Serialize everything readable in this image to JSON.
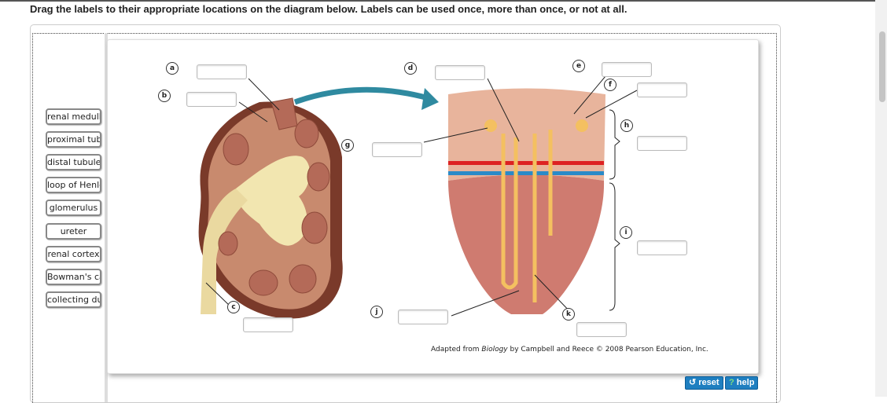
{
  "instructions": "Drag the labels to their appropriate locations on the diagram below. Labels can be used once, more than once, or not at all.",
  "labels": [
    "renal medulla",
    "proximal tubule",
    "distal tubule",
    "loop of Henle",
    "glomerulus",
    "ureter",
    "renal cortex",
    "Bowman's capsule",
    "collecting duct"
  ],
  "targets": [
    "a",
    "b",
    "c",
    "d",
    "e",
    "f",
    "g",
    "h",
    "i",
    "j",
    "k"
  ],
  "credit": {
    "pre": "Adapted from ",
    "italic": "Biology",
    "post": " by Campbell and Reece © 2008 Pearson Education, Inc."
  },
  "buttons": {
    "reset": "reset",
    "help": "help",
    "reset_icon": "↺",
    "help_icon": "?"
  }
}
